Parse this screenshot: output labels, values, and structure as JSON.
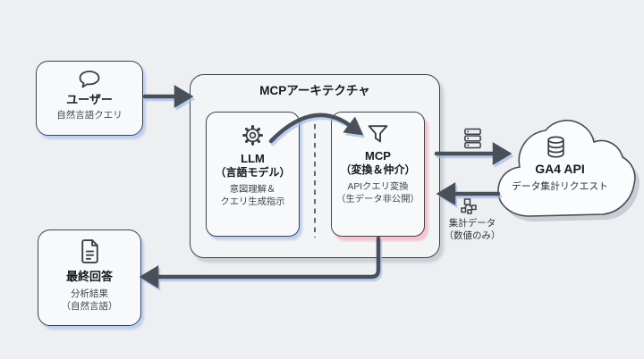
{
  "colors": {
    "background": "#edeff3",
    "border": "#3e434b",
    "arrow": "#4a5058",
    "blue_shadow": "#a0b9ee",
    "pink_shadow": "#f6aab6",
    "gray_shadow": "#c9cdd4"
  },
  "user_box": {
    "icon": "speech-bubble-icon",
    "title": "ユーザー",
    "subtitle": "自然言語クエリ"
  },
  "architecture": {
    "title": "MCPアーキテクチャ",
    "llm": {
      "icon": "gear-icon",
      "title": "LLM",
      "subtitle": "（言語モデル）",
      "desc1": "意図理解＆",
      "desc2": "クエリ生成指示"
    },
    "mcp": {
      "icon": "funnel-icon",
      "title": "MCP",
      "subtitle": "（変換＆仲介）",
      "desc1": "APIクエリ変換",
      "desc2": "（生データ非公開）"
    }
  },
  "ga4_cloud": {
    "icon": "database-icon",
    "title": "GA4 API",
    "subtitle": "データ集計リクエスト"
  },
  "request_icon": "server-stack-icon",
  "aggregate": {
    "icon": "data-squares-icon",
    "line1": "集計データ",
    "line2": "（数値のみ）"
  },
  "answer_box": {
    "icon": "document-icon",
    "title": "最終回答",
    "desc1": "分析結果",
    "desc2": "（自然言語）"
  }
}
